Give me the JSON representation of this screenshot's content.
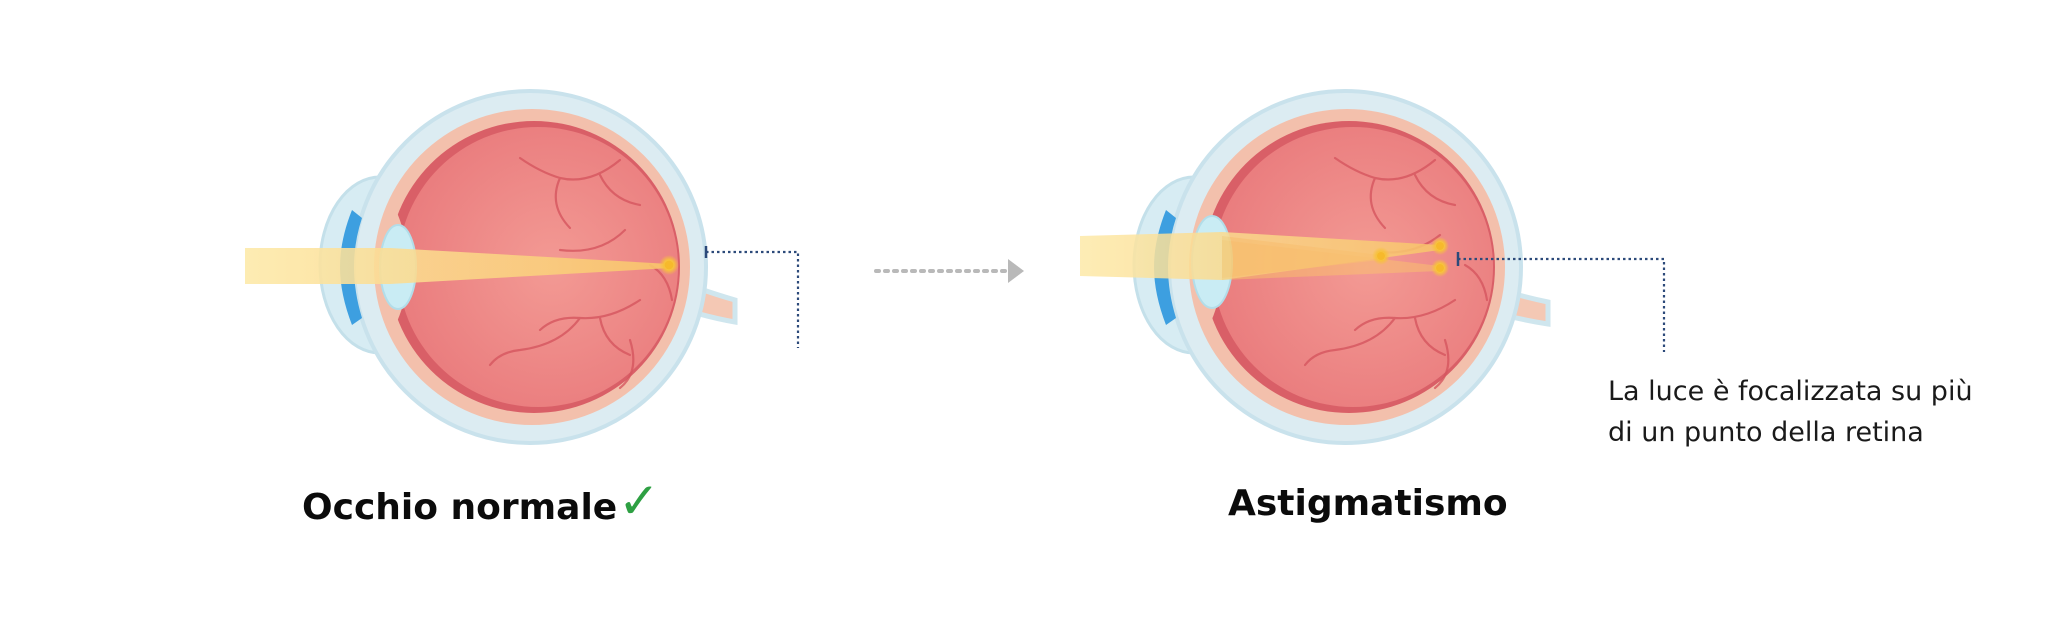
{
  "diagram": {
    "normal_eye": {
      "title": "Occhio normale",
      "check_mark": "✓"
    },
    "astigmatism_eye": {
      "title": "Astigmatismo",
      "note_line_1": "La luce è focalizzata su più",
      "note_line_2": "di un punto della retina"
    },
    "colors": {
      "sclera": "#cfe6ee",
      "choroid": "#f2b9a6",
      "retina": "#e97577",
      "vitreous": "#f08a87",
      "iris": "#3d9fe0",
      "lens": "#c9ecf4",
      "light_beam": "#fde79a",
      "focal_point": "#f7c23c",
      "leader_line": "#2c4a7a",
      "arrow": "#b9b9b9",
      "check": "#2ea043"
    }
  }
}
